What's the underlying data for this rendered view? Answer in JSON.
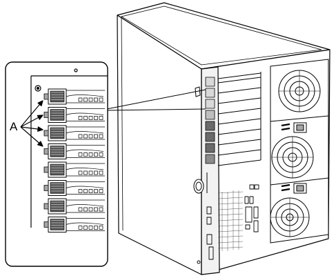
{
  "figure": {
    "callout_label": "A",
    "colors": {
      "line": "#000000",
      "background": "#ffffff",
      "light_gray": "#d9d9d9",
      "mid_gray": "#a6a6a6",
      "dark_gray": "#6b6b6b",
      "card_fill": "#555555"
    },
    "inset_card_count": 8,
    "callout_arrow_count": 4,
    "server_slot_count": 9
  }
}
